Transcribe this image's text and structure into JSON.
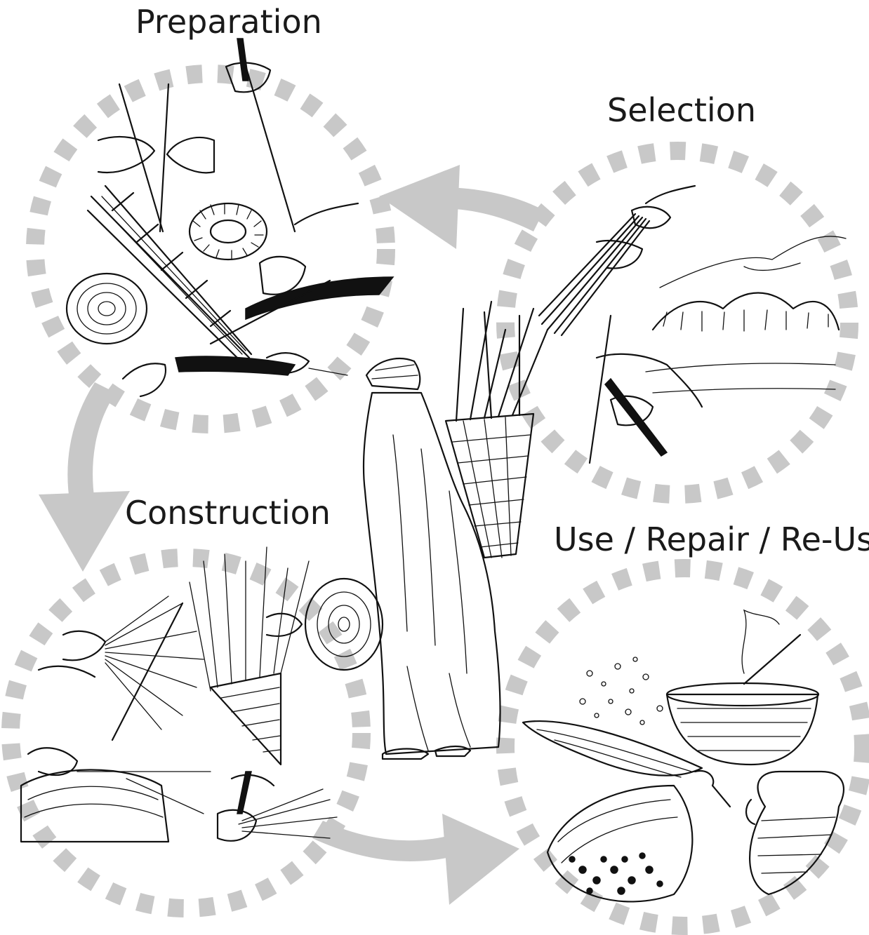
{
  "stages": {
    "preparation": "Preparation",
    "selection": "Selection",
    "construction": "Construction",
    "use": "Use / Repair / Re-Use"
  },
  "colors": {
    "ring": "#c8c8c8",
    "arrow": "#c8c8c8",
    "ink": "#111111",
    "background": "#ffffff"
  }
}
